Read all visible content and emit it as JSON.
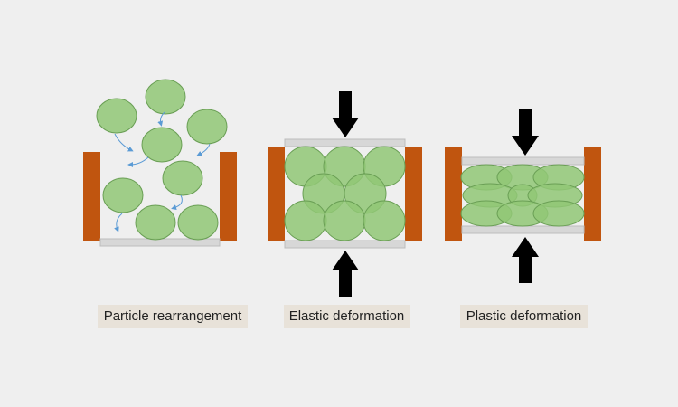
{
  "colors": {
    "background": "#efefef",
    "die_wall": "#c0550f",
    "particle_fill": "#90c775",
    "particle_stroke": "#6a9f55",
    "punch": "#d7d7d7",
    "arrow": "#000000",
    "motion_arrow": "#5b9bd5",
    "label_box": "#e8e2d9"
  },
  "panels": [
    {
      "label": "Particle rearrangement",
      "stage": "rearrangement"
    },
    {
      "label": "Elastic deformation",
      "stage": "elastic"
    },
    {
      "label": "Plastic deformation",
      "stage": "plastic"
    }
  ]
}
